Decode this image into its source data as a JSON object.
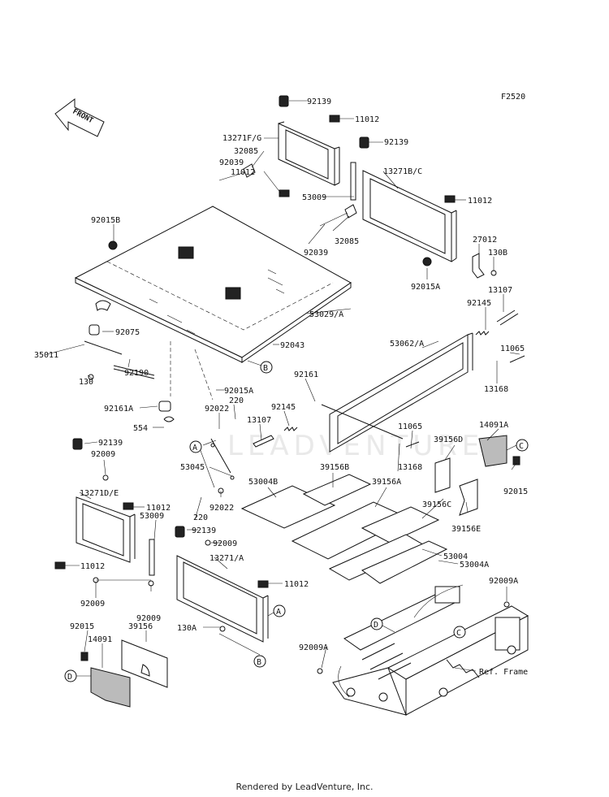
{
  "figure_code": "F2520",
  "front_label": "FRONT",
  "watermark": "LEADVENTURE",
  "footer": "Rendered by LeadVenture, Inc.",
  "ref_frame_label": "Ref. Frame",
  "callouts": {
    "A": "A",
    "B": "B",
    "C": "C",
    "D": "D"
  },
  "parts": [
    {
      "id": "92139_a",
      "label": "92139"
    },
    {
      "id": "11012_a",
      "label": "11012"
    },
    {
      "id": "92139_b",
      "label": "92139"
    },
    {
      "id": "13271fg",
      "label": "13271F/G"
    },
    {
      "id": "32085_a",
      "label": "32085"
    },
    {
      "id": "92039_a",
      "label": "92039"
    },
    {
      "id": "11012_b",
      "label": "11012"
    },
    {
      "id": "13271bc",
      "label": "13271B/C"
    },
    {
      "id": "53009_a",
      "label": "53009"
    },
    {
      "id": "11012_c",
      "label": "11012"
    },
    {
      "id": "92015b",
      "label": "92015B"
    },
    {
      "id": "92039_b",
      "label": "92039"
    },
    {
      "id": "32085_b",
      "label": "32085"
    },
    {
      "id": "27012",
      "label": "27012"
    },
    {
      "id": "130b",
      "label": "130B"
    },
    {
      "id": "92015a_a",
      "label": "92015A"
    },
    {
      "id": "13107_a",
      "label": "13107"
    },
    {
      "id": "92145_a",
      "label": "92145"
    },
    {
      "id": "53029a",
      "label": "53029/A"
    },
    {
      "id": "92075",
      "label": "92075"
    },
    {
      "id": "35011",
      "label": "35011"
    },
    {
      "id": "92043",
      "label": "92043"
    },
    {
      "id": "53062a",
      "label": "53062/A"
    },
    {
      "id": "11065_a",
      "label": "11065"
    },
    {
      "id": "92190",
      "label": "92190"
    },
    {
      "id": "130",
      "label": "130"
    },
    {
      "id": "92161a",
      "label": "92161A"
    },
    {
      "id": "92015a_b",
      "label": "92015A"
    },
    {
      "id": "92161",
      "label": "92161"
    },
    {
      "id": "13168_a",
      "label": "13168"
    },
    {
      "id": "220_a",
      "label": "220"
    },
    {
      "id": "92022_a",
      "label": "92022"
    },
    {
      "id": "92145_b",
      "label": "92145"
    },
    {
      "id": "554",
      "label": "554"
    },
    {
      "id": "13107_b",
      "label": "13107"
    },
    {
      "id": "11065_b",
      "label": "11065"
    },
    {
      "id": "14091a",
      "label": "14091A"
    },
    {
      "id": "92139_c",
      "label": "92139"
    },
    {
      "id": "39156d",
      "label": "39156D"
    },
    {
      "id": "92009_a",
      "label": "92009"
    },
    {
      "id": "53045",
      "label": "53045"
    },
    {
      "id": "13168_b",
      "label": "13168"
    },
    {
      "id": "39156b",
      "label": "39156B"
    },
    {
      "id": "53004b",
      "label": "53004B"
    },
    {
      "id": "39156a",
      "label": "39156A"
    },
    {
      "id": "92015_a",
      "label": "92015"
    },
    {
      "id": "13271de",
      "label": "13271D/E"
    },
    {
      "id": "11012_d",
      "label": "11012"
    },
    {
      "id": "92022_b",
      "label": "92022"
    },
    {
      "id": "39156c",
      "label": "39156C"
    },
    {
      "id": "53009_b",
      "label": "53009"
    },
    {
      "id": "220_b",
      "label": "220"
    },
    {
      "id": "39156e",
      "label": "39156E"
    },
    {
      "id": "92139_d",
      "label": "92139"
    },
    {
      "id": "92009_b",
      "label": "92009"
    },
    {
      "id": "53004",
      "label": "53004"
    },
    {
      "id": "13271a",
      "label": "13271/A"
    },
    {
      "id": "53004a",
      "label": "53004A"
    },
    {
      "id": "11012_e",
      "label": "11012"
    },
    {
      "id": "11012_f",
      "label": "11012"
    },
    {
      "id": "92009a_a",
      "label": "92009A"
    },
    {
      "id": "92009_c",
      "label": "92009"
    },
    {
      "id": "92009_d",
      "label": "92009"
    },
    {
      "id": "130a",
      "label": "130A"
    },
    {
      "id": "92015_b",
      "label": "92015"
    },
    {
      "id": "39156",
      "label": "39156"
    },
    {
      "id": "14091",
      "label": "14091"
    },
    {
      "id": "92009a_b",
      "label": "92009A"
    }
  ]
}
